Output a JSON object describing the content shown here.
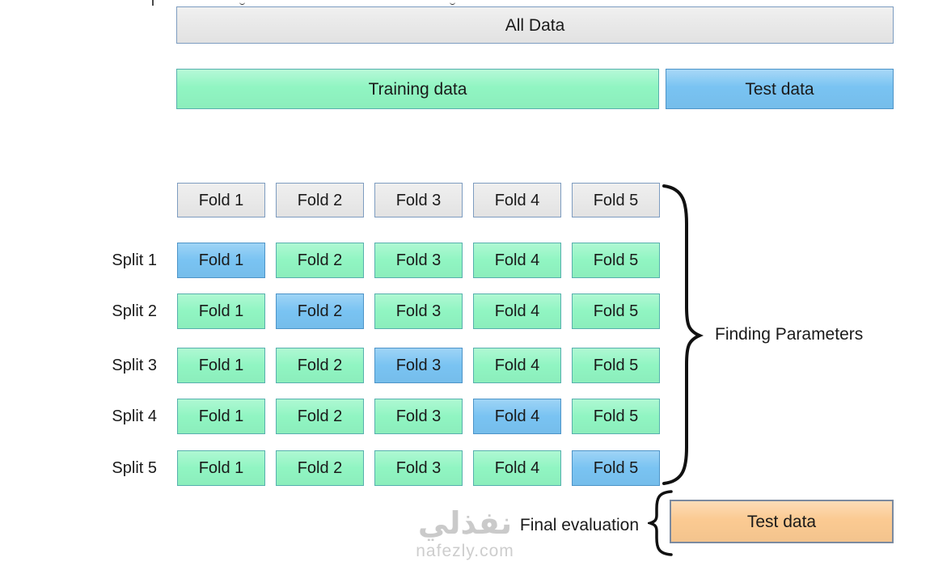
{
  "colors": {
    "text": "#1a1a1a",
    "gray": "#e9e9e9",
    "gray_border": "#7d9cc0",
    "mint": "#90f5c2",
    "mint_border": "#57b0ae",
    "blue": "#79c3f2",
    "blue_border": "#4d94c8",
    "orange": "#fbca92",
    "orange_border": "#7b8aa0",
    "brace": "#111111",
    "watermark": "#b9b9b9"
  },
  "all_data": {
    "label": "All Data"
  },
  "holdout": {
    "training_label": "Training data",
    "test_label": "Test data"
  },
  "grid": {
    "header_folds": [
      "Fold 1",
      "Fold 2",
      "Fold 3",
      "Fold 4",
      "Fold 5"
    ],
    "splits": [
      {
        "label": "Split 1",
        "test_fold_index": 0,
        "folds": [
          "Fold 1",
          "Fold 2",
          "Fold 3",
          "Fold 4",
          "Fold 5"
        ]
      },
      {
        "label": "Split 2",
        "test_fold_index": 1,
        "folds": [
          "Fold 1",
          "Fold 2",
          "Fold 3",
          "Fold 4",
          "Fold 5"
        ]
      },
      {
        "label": "Split 3",
        "test_fold_index": 2,
        "folds": [
          "Fold 1",
          "Fold 2",
          "Fold 3",
          "Fold 4",
          "Fold 5"
        ]
      },
      {
        "label": "Split 4",
        "test_fold_index": 3,
        "folds": [
          "Fold 1",
          "Fold 2",
          "Fold 3",
          "Fold 4",
          "Fold 5"
        ]
      },
      {
        "label": "Split 5",
        "test_fold_index": 4,
        "folds": [
          "Fold 1",
          "Fold 2",
          "Fold 3",
          "Fold 4",
          "Fold 5"
        ]
      }
    ]
  },
  "annotations": {
    "finding_parameters": "Finding Parameters",
    "final_evaluation": "Final evaluation",
    "final_test_label": "Test data"
  },
  "watermark": {
    "logo_text": "نفذلي",
    "site": "nafezly.com"
  }
}
